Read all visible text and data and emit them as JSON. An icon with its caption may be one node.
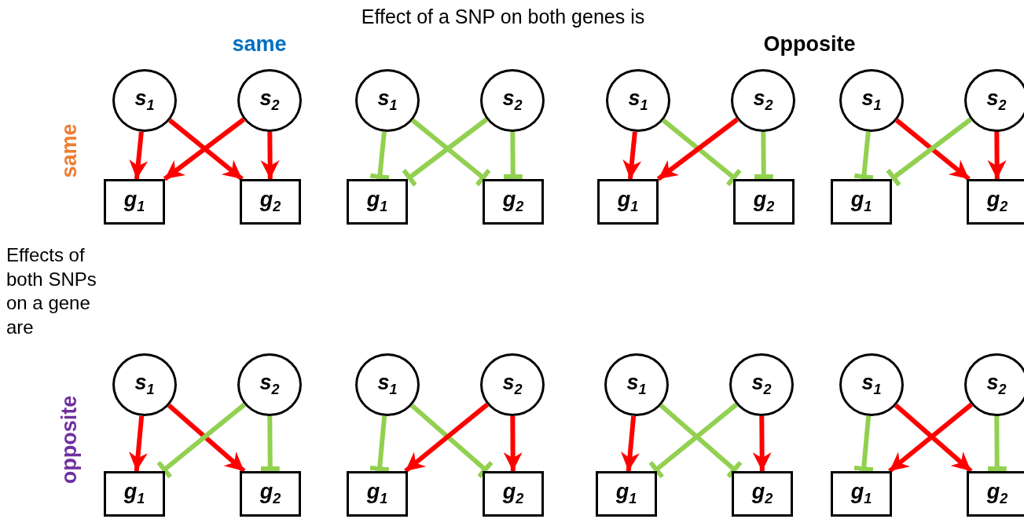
{
  "diagram": {
    "nodes": [
      {
        "text": [
          "s$_{1}$"
        ]
      },
      {
        "text": [
          "s$_{2}$"
        ]
      },
      {
        "text": [
          "g$_{1}$"
        ]
      },
      {
        "text": [
          "g$_{2}$"
        ]
      },
      {
        "text": [
          "s$_{1}$"
        ]
      },
      {
        "text": [
          "s$_{2}$"
        ]
      },
      {
        "text": [
          "g$_{1}$"
        ]
      },
      {
        "text": [
          "g$_{2}$"
        ]
      },
      {
        "text": [
          "s$_{1}$"
        ]
      },
      {
        "text": [
          "s$_{2}$"
        ]
      },
      {
        "text": [
          "g$_{1}$"
        ]
      },
      {
        "text": [
          "g$_{2}$"
        ]
      },
      {
        "text": [
          "s$_{1}$"
        ]
      },
      {
        "text": [
          "s$_{2}$"
        ]
      },
      {
        "text": [
          "g$_{1}$"
        ]
      },
      {
        "text": [
          "g$_{2}$"
        ]
      },
      {
        "text": [
          "s$_{1}$"
        ]
      },
      {
        "text": [
          "s$_{2}$"
        ]
      },
      {
        "text": [
          "g$_{1}$"
        ]
      },
      {
        "text": [
          "g$_{2}$"
        ]
      },
      {
        "text": [
          "s$_{1}$"
        ]
      },
      {
        "text": [
          "s$_{2}$"
        ]
      },
      {
        "text": [
          "g$_{1}$"
        ]
      },
      {
        "text": [
          "g$_{2}$"
        ]
      },
      {
        "text": [
          "s$_{1}$"
        ]
      },
      {
        "text": [
          "s$_{2}$"
        ]
      },
      {
        "text": [
          "g$_{1}$"
        ]
      },
      {
        "text": [
          "g$_{2}$"
        ]
      },
      {
        "text": [
          "s$_{1}$"
        ]
      },
      {
        "text": [
          "s$_{2}$"
        ]
      },
      {
        "text": [
          "g$_{1}$"
        ]
      },
      {
        "text": [
          "g$_{2}$"
        ]
      }
    ],
    "edges": [
      {
        "from": 0,
        "to": 2,
        "arrow": "to",
        "color": "#ff0000"
      },
      {
        "from": 0,
        "to": 3,
        "arrow": "to",
        "color": "#ff0000"
      },
      {
        "from": 1,
        "to": 2,
        "arrow": "to",
        "color": "#ff0000"
      },
      {
        "from": 1,
        "to": 3,
        "arrow": "to",
        "color": "#ff0000"
      },
      {
        "from": 4,
        "to": 6,
        "arrow": "other",
        "color": "#92d050"
      },
      {
        "from": 4,
        "to": 7,
        "arrow": "other",
        "color": "#92d050"
      },
      {
        "from": 5,
        "to": 6,
        "arrow": "other",
        "color": "#92d050"
      },
      {
        "from": 5,
        "to": 7,
        "arrow": "other",
        "color": "#92d050"
      },
      {
        "from": 8,
        "to": 10,
        "arrow": "to",
        "color": "#ff0000"
      },
      {
        "from": 8,
        "to": 11,
        "arrow": "other",
        "color": "#92d050"
      },
      {
        "from": 9,
        "to": 10,
        "arrow": "to",
        "color": "#ff0000"
      },
      {
        "from": 9,
        "to": 11,
        "arrow": "other",
        "color": "#92d050"
      },
      {
        "from": 12,
        "to": 14,
        "arrow": "other",
        "color": "#92d050"
      },
      {
        "from": 12,
        "to": 15,
        "arrow": "to",
        "color": "#ff0000"
      },
      {
        "from": 13,
        "to": 14,
        "arrow": "other",
        "color": "#92d050"
      },
      {
        "from": 13,
        "to": 15,
        "arrow": "to",
        "color": "#ff0000"
      },
      {
        "from": 16,
        "to": 18,
        "arrow": "to",
        "color": "#ff0000"
      },
      {
        "from": 16,
        "to": 19,
        "arrow": "to",
        "color": "#ff0000"
      },
      {
        "from": 17,
        "to": 18,
        "arrow": "other",
        "color": "#92d050"
      },
      {
        "from": 17,
        "to": 19,
        "arrow": "other",
        "color": "#92d050"
      },
      {
        "from": 20,
        "to": 22,
        "arrow": "other",
        "color": "#92d050"
      },
      {
        "from": 20,
        "to": 23,
        "arrow": "other",
        "color": "#92d050"
      },
      {
        "from": 21,
        "to": 22,
        "arrow": "to",
        "color": "#ff0000"
      },
      {
        "from": 21,
        "to": 23,
        "arrow": "to",
        "color": "#ff0000"
      },
      {
        "from": 24,
        "to": 26,
        "arrow": "to",
        "color": "#ff0000"
      },
      {
        "from": 24,
        "to": 27,
        "arrow": "other",
        "color": "#92d050"
      },
      {
        "from": 25,
        "to": 26,
        "arrow": "other",
        "color": "#92d050"
      },
      {
        "from": 25,
        "to": 27,
        "arrow": "to",
        "color": "#ff0000"
      },
      {
        "from": 28,
        "to": 30,
        "arrow": "other",
        "color": "#92d050"
      },
      {
        "from": 28,
        "to": 31,
        "arrow": "to",
        "color": "#ff0000"
      },
      {
        "from": 29,
        "to": 30,
        "arrow": "to",
        "color": "#ff0000"
      },
      {
        "from": 29,
        "to": 31,
        "arrow": "other",
        "color": "#92d050"
      }
    ],
    "labels": [
      "Effect of a SNP on both genes is",
      "same",
      "Opposite",
      "same",
      "Effects of both SNPs on a gene are",
      "opposite"
    ]
  }
}
